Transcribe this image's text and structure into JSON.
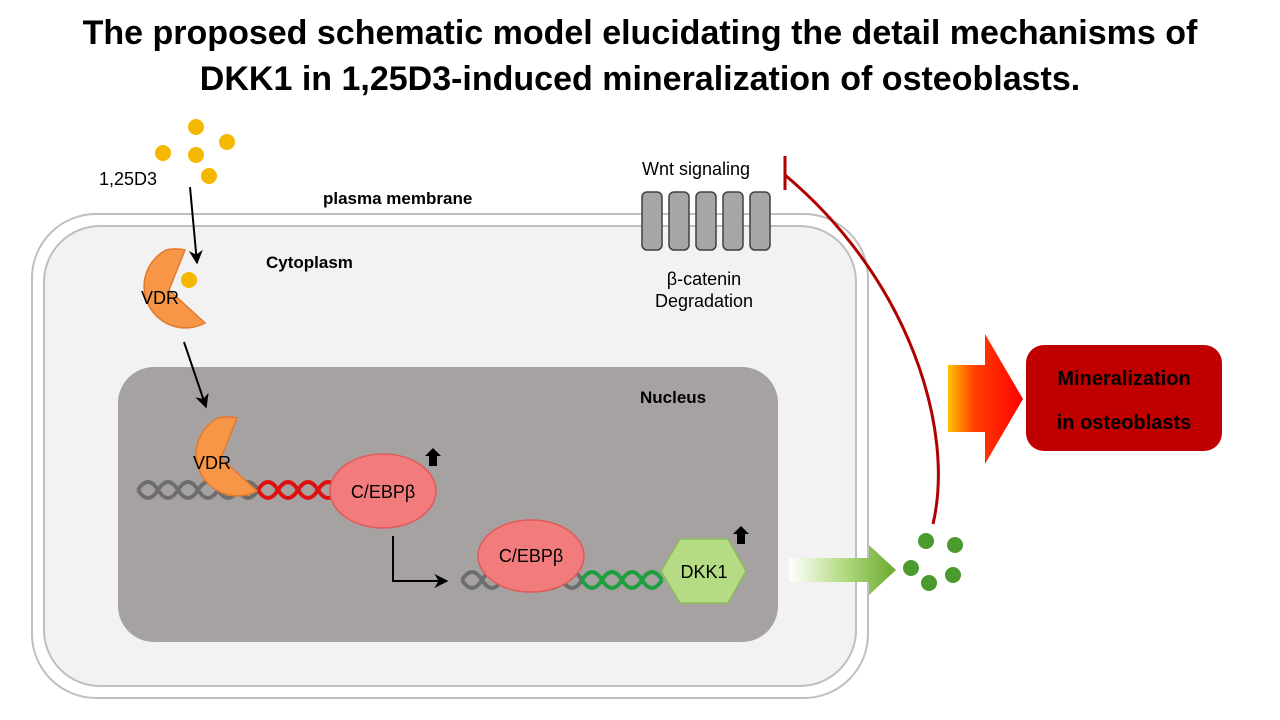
{
  "title": {
    "line1": "The proposed schematic model elucidating the detail mechanisms of",
    "line2": "DKK1 in 1,25D3-induced mineralization of osteoblasts."
  },
  "labels": {
    "ligand": "1,25D3",
    "plasma_membrane": "plasma membrane",
    "cytoplasm": "Cytoplasm",
    "nucleus": "Nucleus",
    "wnt": "Wnt signaling",
    "beta_catenin": "β-catenin",
    "degradation": "Degradation",
    "vdr_cytoplasm": "VDR",
    "vdr_nucleus": "VDR",
    "cebpb_1": "C/EBPβ",
    "cebpb_2": "C/EBPβ",
    "dkk1": "DKK1",
    "outcome_line1": "Mineralization",
    "outcome_line2": "in osteoblasts"
  },
  "colors": {
    "vdr": "#f79646",
    "cebpb": "#f27b7b",
    "dkk1": "#b5dc84",
    "dna_gray": "#6d6d6d",
    "dna_red": "#e01010",
    "dna_green": "#1f9e3f",
    "ligand_dot": "#f5b800",
    "dkk1_dot": "#4a9a2e",
    "inhibit_line": "#b00000",
    "outcome_box": "#c00000",
    "nucleus_fill": "#a6a2a2",
    "cell_fill": "#f2f2f2"
  }
}
